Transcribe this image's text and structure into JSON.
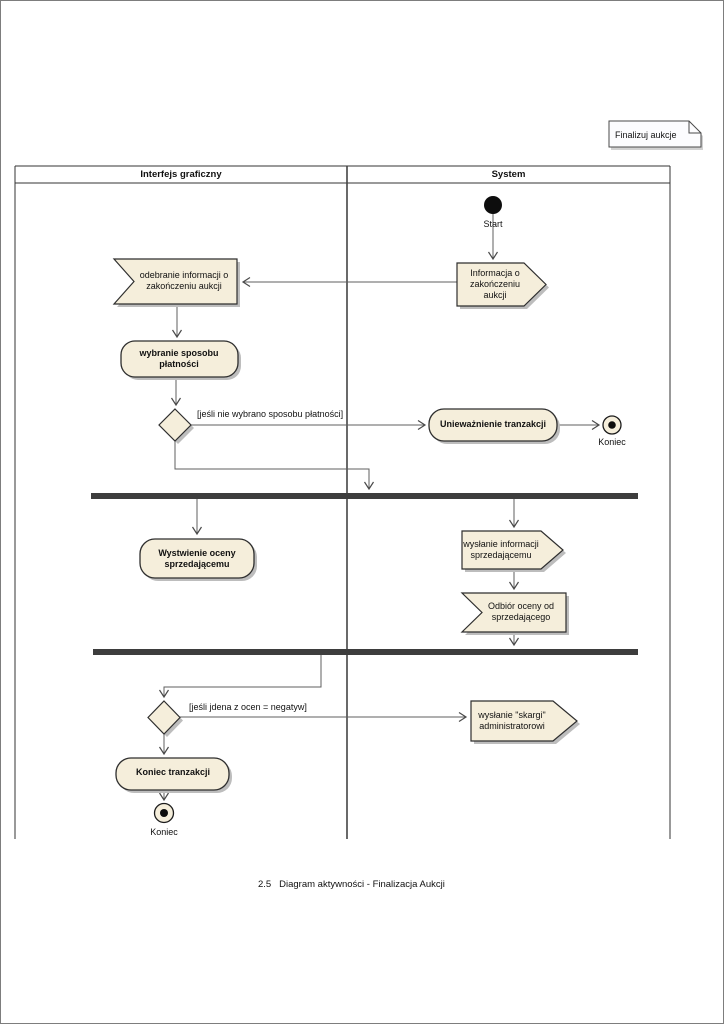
{
  "note": {
    "label": "Finalizuj aukcje"
  },
  "lanes": {
    "left": "Interfejs graficzny",
    "right": "System"
  },
  "nodes": {
    "start_label": "Start",
    "signal_auction_end": "Informacja o zakończeniu aukcji",
    "receive_auction_end": "odebranie informacji o zakończeniu aukcji",
    "choose_payment": "wybranie sposobu płatności",
    "guard_no_payment": "[jeśli nie wybrano sposobu płatności]",
    "cancel_transaction": "Unieważnienie tranzakcji",
    "end1_label": "Koniec",
    "rate_seller": "Wystwienie oceny sprzedającemu",
    "send_info_seller": "wysłanie informacji sprzedającemu",
    "receive_rating": "Odbiór oceny od sprzedającego",
    "guard_negative": "[jeśli jdena z ocen = negatyw]",
    "send_complaint": "wysłanie \"skargi\" administratorowi",
    "end_transaction": "Koniec tranzakcji",
    "end2_label": "Koniec"
  },
  "caption": "2.5   Diagram aktywności - Finalizacja Aukcji",
  "colors": {
    "shape_fill": "#f5eedb",
    "shape_border": "#2e2e2e",
    "shadow": "#bdbdbd",
    "bar": "#3d3d3d",
    "connector": "#5f5f5f",
    "frame": "#333333",
    "page_border": "#7d7d7d",
    "note_fill": "#fcfcfe"
  }
}
